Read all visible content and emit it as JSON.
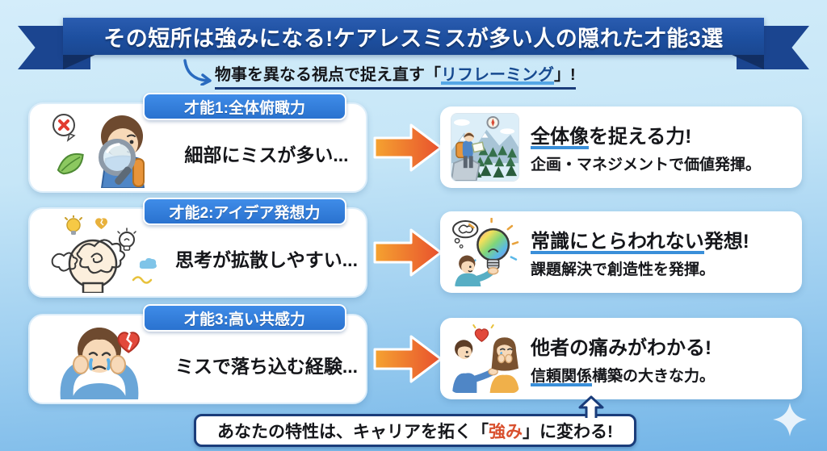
{
  "header": {
    "title": "その短所は強みになる!ケアレスミスが多い人の隠れた才能3選",
    "subtitle": {
      "prefix": "物事を異なる視点で捉え直す「",
      "highlight": "リフレーミング",
      "suffix": "」!"
    }
  },
  "rows": [
    {
      "tab": "才能1:全体俯瞰力",
      "weakness": "細部にミスが多い...",
      "left_illustration": "boy-with-magnifying-glass",
      "right_illustration": "hiker-viewing-landscape",
      "strength": {
        "l1u": "全体像",
        "l1r": "を捉える力!",
        "l2u": "",
        "l2r": "企画・マネジメントで価値発揮。"
      }
    },
    {
      "tab": "才能2:アイデア発想力",
      "weakness": "思考が拡散しやすい...",
      "left_illustration": "head-with-tangled-thoughts",
      "right_illustration": "person-holding-rainbow-bulb",
      "strength": {
        "l1u": "常識にとらわれない",
        "l1r": "発想!",
        "l2u": "",
        "l2r": "課題解決で創造性を発揮。"
      }
    },
    {
      "tab": "才能3:高い共感力",
      "weakness": "ミスで落ち込む経験...",
      "left_illustration": "sad-person-broken-heart",
      "right_illustration": "person-comforting-crying-friend",
      "strength": {
        "l1u": "",
        "l1r": "他者の痛みがわかる!",
        "l2u": "信頼関係",
        "l2r": "構築の大きな力。"
      }
    }
  ],
  "footer": {
    "prefix": "あなたの特性は、キャリアを拓く「",
    "highlight": "強み",
    "suffix": "」に変わる!"
  },
  "colors": {
    "ribbon_blue": "#1d4f9f",
    "ribbon_fold": "#122f63",
    "tab_blue": "#2f7dda",
    "underline_blue": "#3a8fd9",
    "subtitle_underline_navy": "#1a3c7a",
    "arrow_orange_start": "#f5a330",
    "arrow_orange_end": "#e8502e",
    "strength_red": "#d9502e",
    "bg_top": "#d4edfa",
    "bg_bottom": "#72b4e7"
  }
}
